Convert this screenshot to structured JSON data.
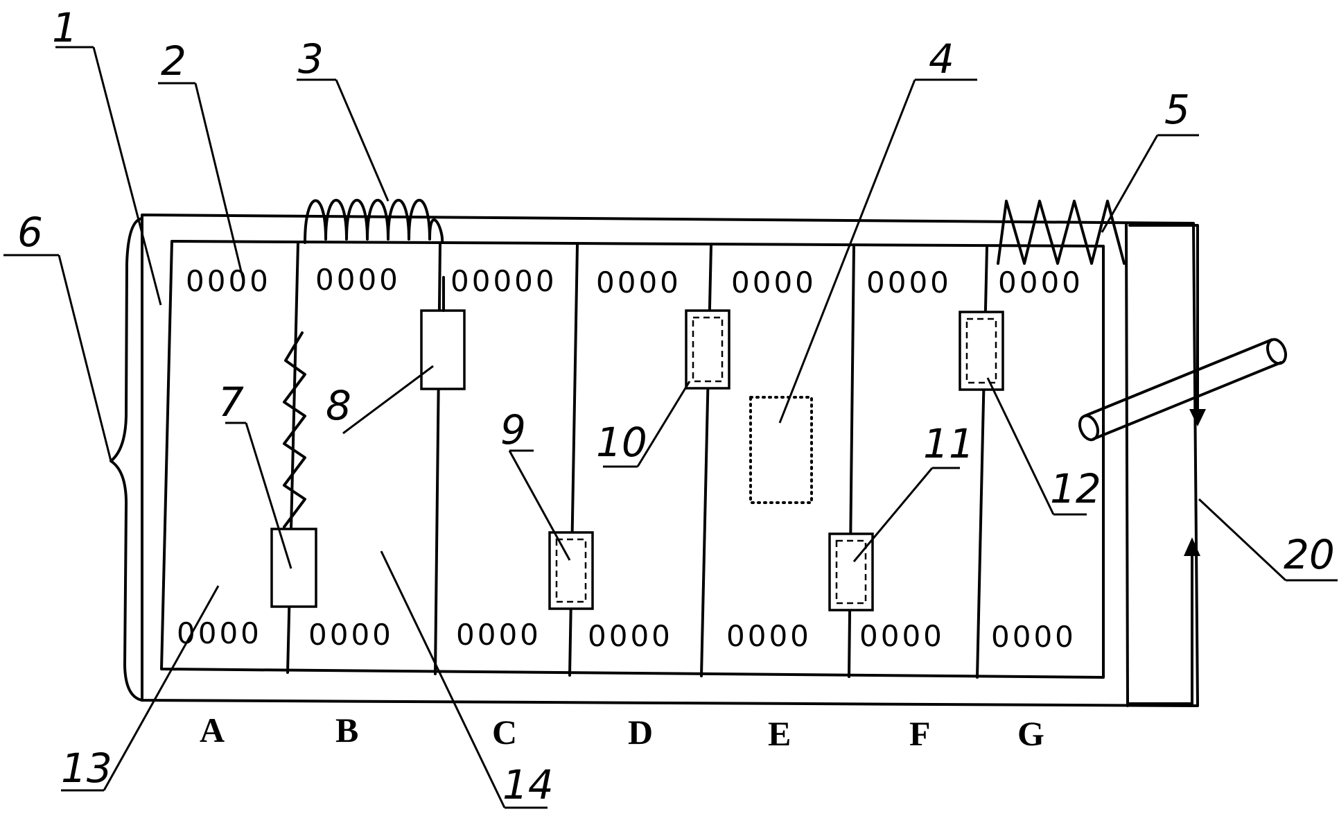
{
  "columns": [
    "A",
    "B",
    "C",
    "D",
    "E",
    "F",
    "G"
  ],
  "hole_marks": {
    "top": [
      "0000",
      "0000",
      "00000",
      "0000",
      "0000",
      "0000",
      "0000"
    ],
    "bottom": [
      "0000",
      "0000",
      "0000",
      "0000",
      "0000",
      "0000",
      "0000"
    ]
  },
  "callouts": {
    "c1": "1",
    "c2": "2",
    "c3": "3",
    "c4": "4",
    "c5": "5",
    "c6": "6",
    "c7": "7",
    "c8": "8",
    "c9": "9",
    "c10": "10",
    "c11": "11",
    "c12": "12",
    "c13": "13",
    "c14": "14",
    "c20": "20"
  }
}
